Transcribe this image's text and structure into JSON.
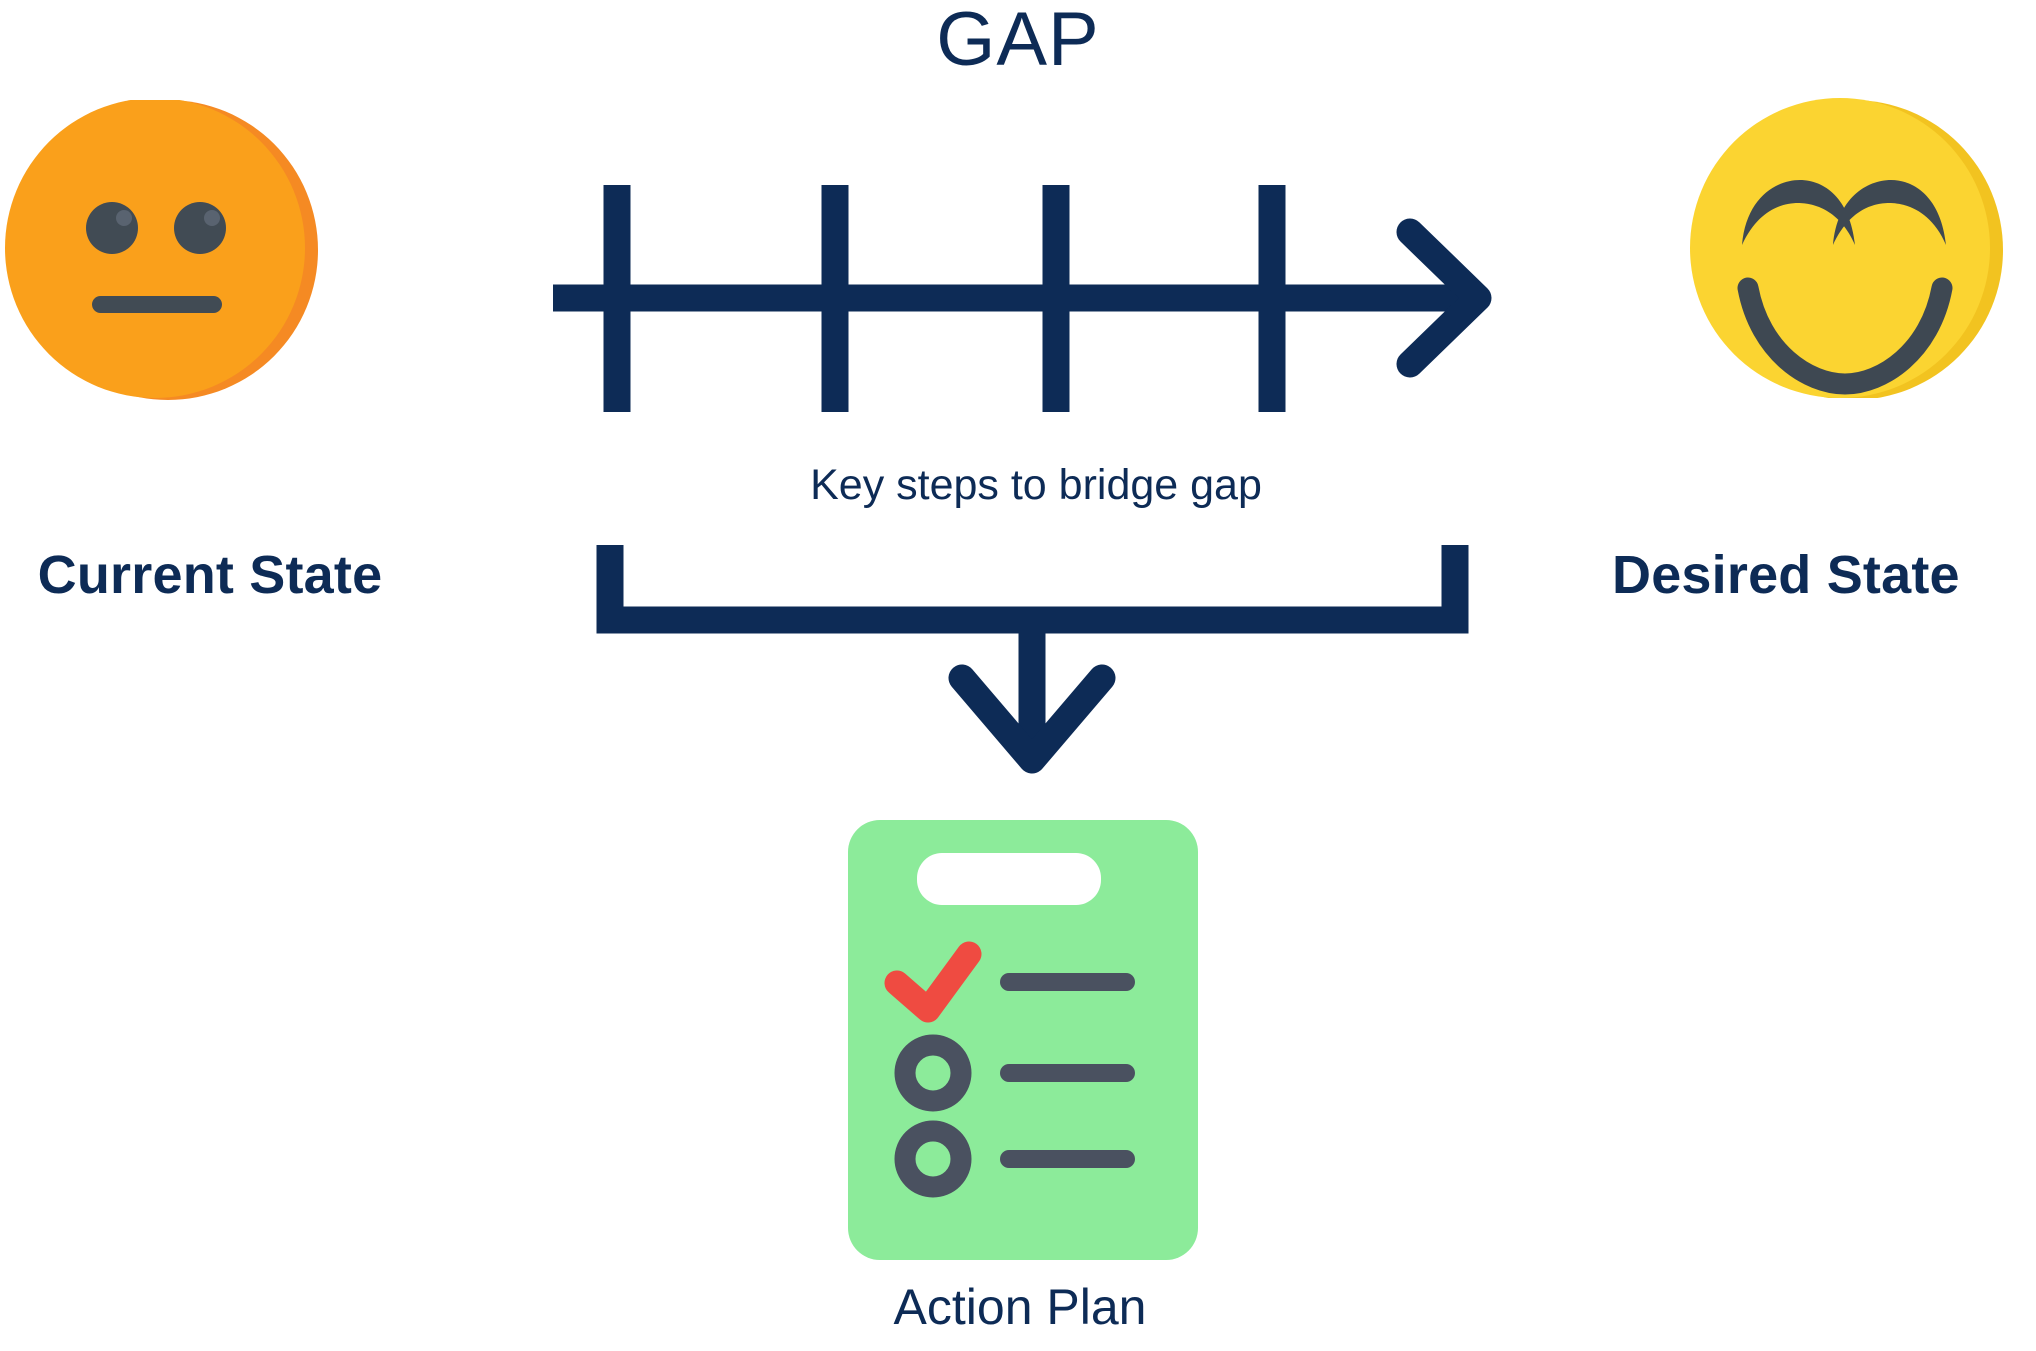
{
  "diagram": {
    "type": "gap-analysis",
    "title": "GAP",
    "background_color": "#ffffff",
    "accent_navy": "#0D2B56",
    "nodes": {
      "current_state": {
        "label": "Current State",
        "icon": "neutral-face-icon",
        "face_color": "#FAA01B",
        "face_shadow_color": "#F58A23",
        "feature_color": "#414B54",
        "expression": "neutral"
      },
      "desired_state": {
        "label": "Desired State",
        "icon": "smiley-face-icon",
        "face_color": "#FBD431",
        "face_shadow_color": "#F2C320",
        "feature_color": "#3E4852",
        "expression": "happy"
      },
      "action_plan": {
        "label": "Action Plan",
        "icon": "checklist-clipboard-icon",
        "board_color": "#8CEB9A",
        "clip_color": "#FFFFFF",
        "check_color": "#EF4B41",
        "line_color": "#4A5160",
        "checklist_items": [
          {
            "marker": "checked",
            "label": ""
          },
          {
            "marker": "unchecked",
            "label": ""
          },
          {
            "marker": "unchecked",
            "label": ""
          }
        ]
      }
    },
    "connectors": {
      "gap_arrow": {
        "name": "gap-progress-arrow",
        "direction": "left-to-right",
        "tick_count": 4,
        "color": "#0D2B56"
      },
      "bridge_bracket": {
        "name": "bridge-bracket",
        "caption": "Key steps to bridge gap",
        "color": "#0D2B56"
      },
      "down_arrow": {
        "name": "bracket-down-arrow",
        "direction": "down",
        "color": "#0D2B56"
      }
    }
  }
}
